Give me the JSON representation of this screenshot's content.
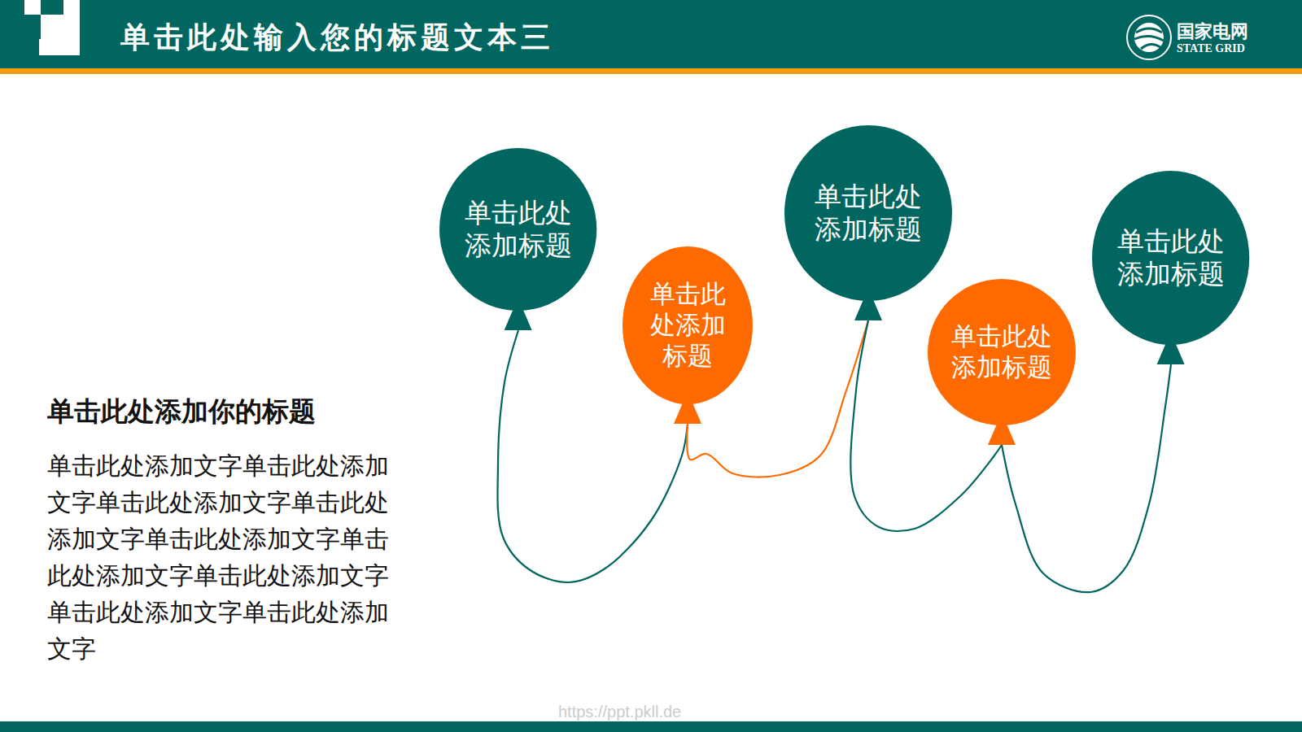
{
  "diagram": {
    "title": "单击此处输入您的标题文本三",
    "nodes": [
      {
        "text": [
          "单击此处 添加标题"
        ]
      },
      {
        "text": [
          "单击此 处添加 标题"
        ]
      },
      {
        "text": [
          "单击此处 添加标题"
        ]
      },
      {
        "text": [
          "单击此处 添加标题"
        ]
      },
      {
        "text": [
          "单击此处 添加标题"
        ]
      }
    ],
    "edges": [
      {
        "from": 0,
        "to": 1,
        "arrow": "none"
      },
      {
        "from": 1,
        "to": 2,
        "arrow": "none"
      },
      {
        "from": 2,
        "to": 3,
        "arrow": "none"
      },
      {
        "from": 3,
        "to": 4,
        "arrow": "none"
      }
    ],
    "labels": [
      "国家电网",
      "STATE GRID",
      "单击此处添加你的标题",
      "单击此处添加文字单击此处添加 文字单击此处添加文字单击此处 添加文字单击此处添加文字单击 此处添加文字单击此处添加文字 单击此处添加文字单击此处添加 文字",
      "https://ppt.pkll.de"
    ]
  }
}
